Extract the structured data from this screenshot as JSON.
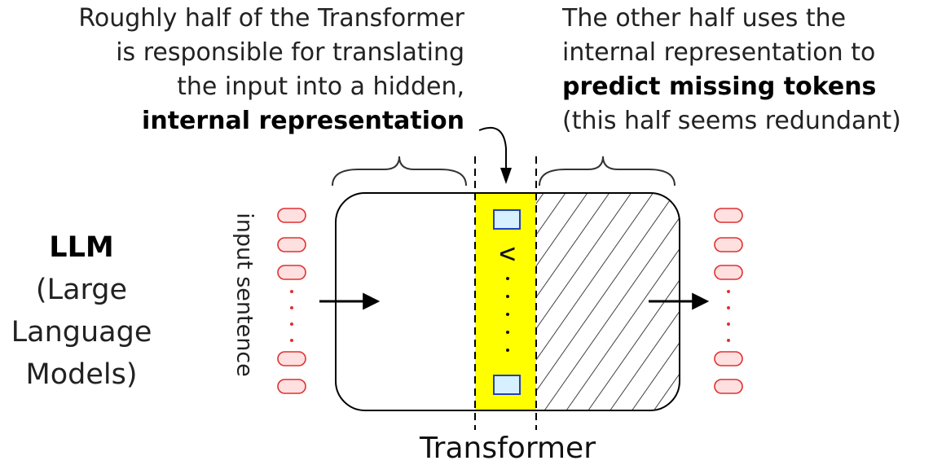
{
  "captions": {
    "left_lines": [
      "Roughly half of the Transformer",
      "is responsible for translating",
      "the input into a hidden,"
    ],
    "left_bold": "internal representation",
    "right_lines": [
      "The other half uses the",
      "internal representation to"
    ],
    "right_bold": "predict missing tokens",
    "right_last": "(this half seems redundant)"
  },
  "llm": {
    "title": "LLM",
    "lines": [
      "(Large",
      "Language",
      "Models)"
    ]
  },
  "input_label": "input sentence",
  "vector_label": "v",
  "transformer_label": "Transformer",
  "colors": {
    "highlight": "#ffff00",
    "token_fill": "#ffe0e0",
    "token_stroke": "#e03030",
    "vector_fill": "#d6f0ff",
    "vector_stroke": "#1f3fbf"
  }
}
